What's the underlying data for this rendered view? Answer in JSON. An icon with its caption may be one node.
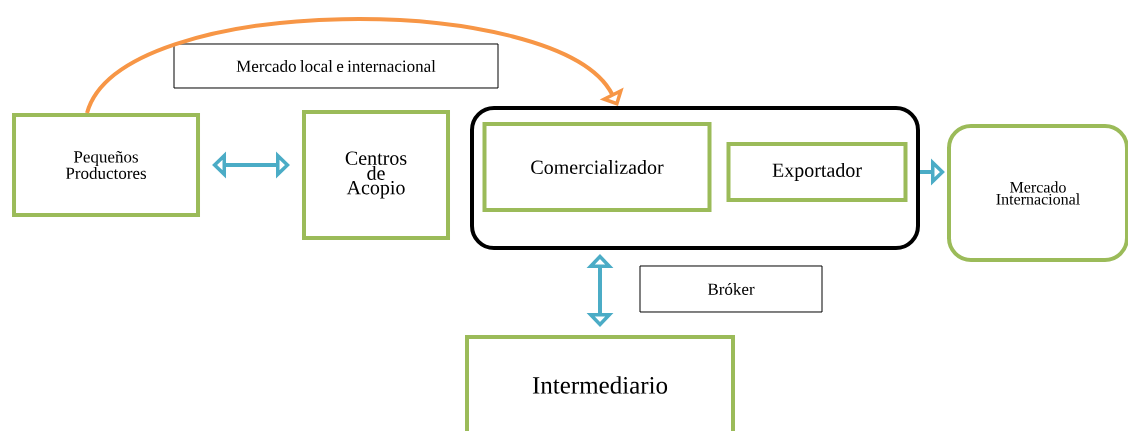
{
  "diagram": {
    "nodes": [
      {
        "text": [
          "Mercado local e internacional"
        ]
      },
      {
        "text": [
          "Pequeños Productores"
        ]
      },
      {
        "text": [
          "Centros de Acopio"
        ]
      },
      {
        "text": [],
        "shape": "box"
      },
      {
        "text": [
          "Comercializador"
        ],
        "in": 3
      },
      {
        "text": [
          "Exportador"
        ],
        "in": 3
      },
      {
        "text": [
          "Mercado Internacional"
        ]
      },
      {
        "text": [
          "Bróker"
        ]
      },
      {
        "text": [
          "Intermediario"
        ]
      }
    ],
    "edges": [
      {
        "from": 1,
        "to": 3,
        "arrow": "to",
        "color": "#f79646"
      },
      {
        "from": 1,
        "to": 2,
        "arrow": "both"
      },
      {
        "from": 3,
        "to": 6,
        "arrow": "to"
      },
      {
        "from": 3,
        "to": 8,
        "arrow": "both"
      }
    ]
  }
}
